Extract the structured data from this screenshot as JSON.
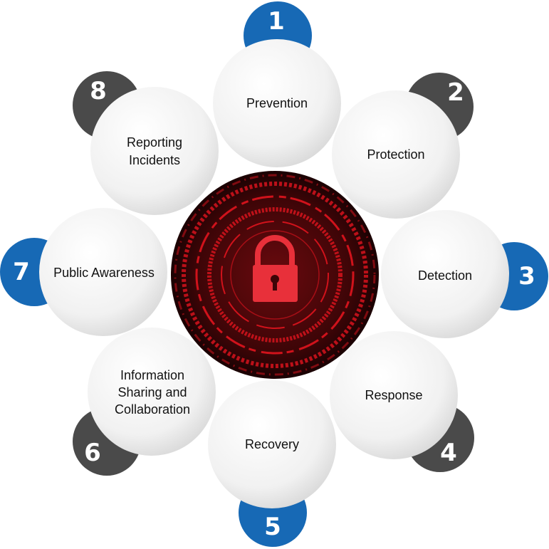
{
  "title": "Cybersecurity cycle",
  "center_icon": "padlock-icon",
  "colors": {
    "blue": "#1769b5",
    "gray": "#4a4a4a",
    "red": "#e0141e",
    "dark_red": "#3a0306"
  },
  "steps": [
    {
      "number": "1",
      "lines": [
        "Prevention"
      ],
      "tab_color": "blue"
    },
    {
      "number": "2",
      "lines": [
        "Protection"
      ],
      "tab_color": "gray"
    },
    {
      "number": "3",
      "lines": [
        "Detection"
      ],
      "tab_color": "blue"
    },
    {
      "number": "4",
      "lines": [
        "Response"
      ],
      "tab_color": "gray"
    },
    {
      "number": "5",
      "lines": [
        "Recovery"
      ],
      "tab_color": "blue"
    },
    {
      "number": "6",
      "lines": [
        "Information",
        "Sharing and",
        "Collaboration"
      ],
      "tab_color": "gray"
    },
    {
      "number": "7",
      "lines": [
        "Public Awareness"
      ],
      "tab_color": "blue"
    },
    {
      "number": "8",
      "lines": [
        "Reporting",
        "Incidents"
      ],
      "tab_color": "gray"
    }
  ]
}
